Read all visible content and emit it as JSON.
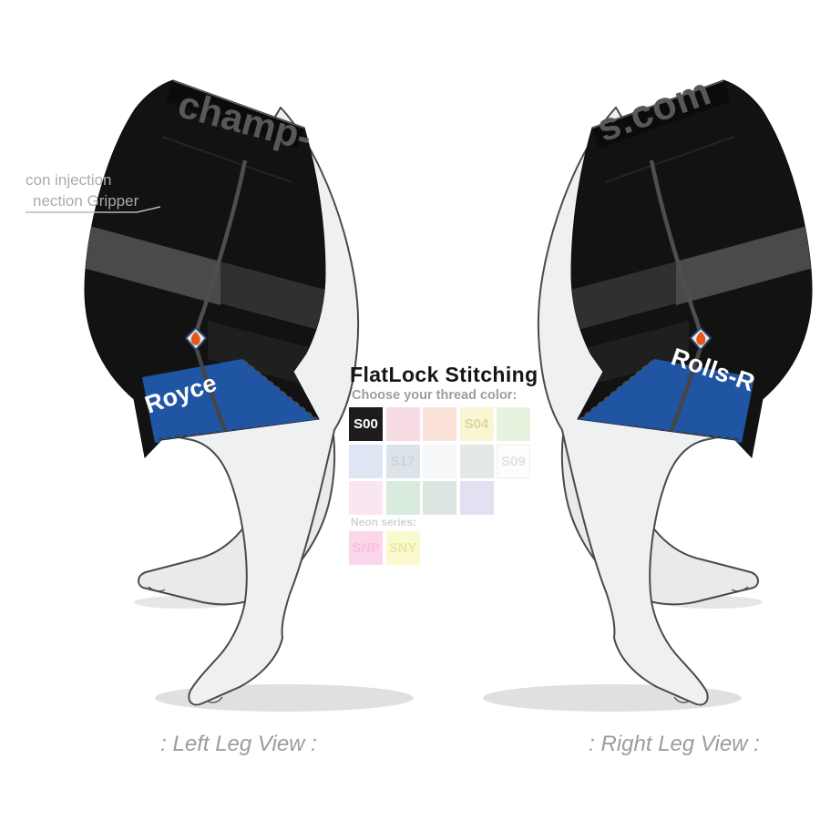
{
  "page": {
    "background": "#ffffff"
  },
  "annotation": {
    "line1": "con injection",
    "line2": "nection Gripper"
  },
  "left_leg": {
    "waistband_text": "champ-",
    "band_text": "Royce",
    "caption": ": Left Leg View :"
  },
  "right_leg": {
    "waistband_text": "s.com",
    "band_text": "Rolls-R",
    "caption": ": Right Leg View :"
  },
  "stitching_panel": {
    "title": "FlatLock Stitching",
    "subtitle": "Choose your thread color:",
    "neon_label": "Neon series:",
    "selected_code": "S00",
    "rows": [
      [
        {
          "label": "S00",
          "bg": "#1c1c1c",
          "fg": "#ffffff",
          "selected": true
        },
        {
          "label": "",
          "bg": "#f6dce2"
        },
        {
          "label": "",
          "bg": "#fbe3d9"
        },
        {
          "label": "S04",
          "bg": "#faf6d3",
          "fg": "#ddd7a0"
        },
        {
          "label": "",
          "bg": "#e8f3df"
        }
      ],
      [
        {
          "label": "",
          "bg": "#dfe6f3"
        },
        {
          "label": "S17",
          "bg": "#dce4ea",
          "fg": "#ccd5dc"
        },
        {
          "label": "",
          "bg": "#f6f7f9"
        },
        {
          "label": "",
          "bg": "#e4e8e6"
        },
        {
          "label": "S09",
          "bg": "#fdfdfd",
          "fg": "#e2e2e2",
          "border": "#efefef"
        }
      ],
      [
        {
          "label": "",
          "bg": "#f9e6f1"
        },
        {
          "label": "",
          "bg": "#d8ebdc"
        },
        {
          "label": "",
          "bg": "#dce5df"
        },
        {
          "label": "",
          "bg": "#e2e0f1"
        }
      ]
    ],
    "neon_row": [
      {
        "label": "SNP",
        "bg": "#fcd7eb",
        "fg": "#f6c2de"
      },
      {
        "label": "SNY",
        "bg": "#fbfacf",
        "fg": "#ece6a2"
      }
    ]
  },
  "colors": {
    "garment_black": "#121212",
    "waistband_print_gray": "#585858",
    "stripe_light": "#4a4a4a",
    "stripe_dark": "#303030",
    "stripe_faint": "#1f1f1f",
    "band_blue": "#1f55a2",
    "band_print_white": "#ffffff",
    "seam_gray": "#4e4e4e",
    "badge_orange": "#e4571f",
    "badge_navy": "#2a4a72",
    "leg_fill": "#eef0f1",
    "leg_fill_back": "#e8eaeb",
    "leg_outline": "#4a4a4a",
    "shadow": "#dadada",
    "leader_line": "#b8b8b8"
  }
}
